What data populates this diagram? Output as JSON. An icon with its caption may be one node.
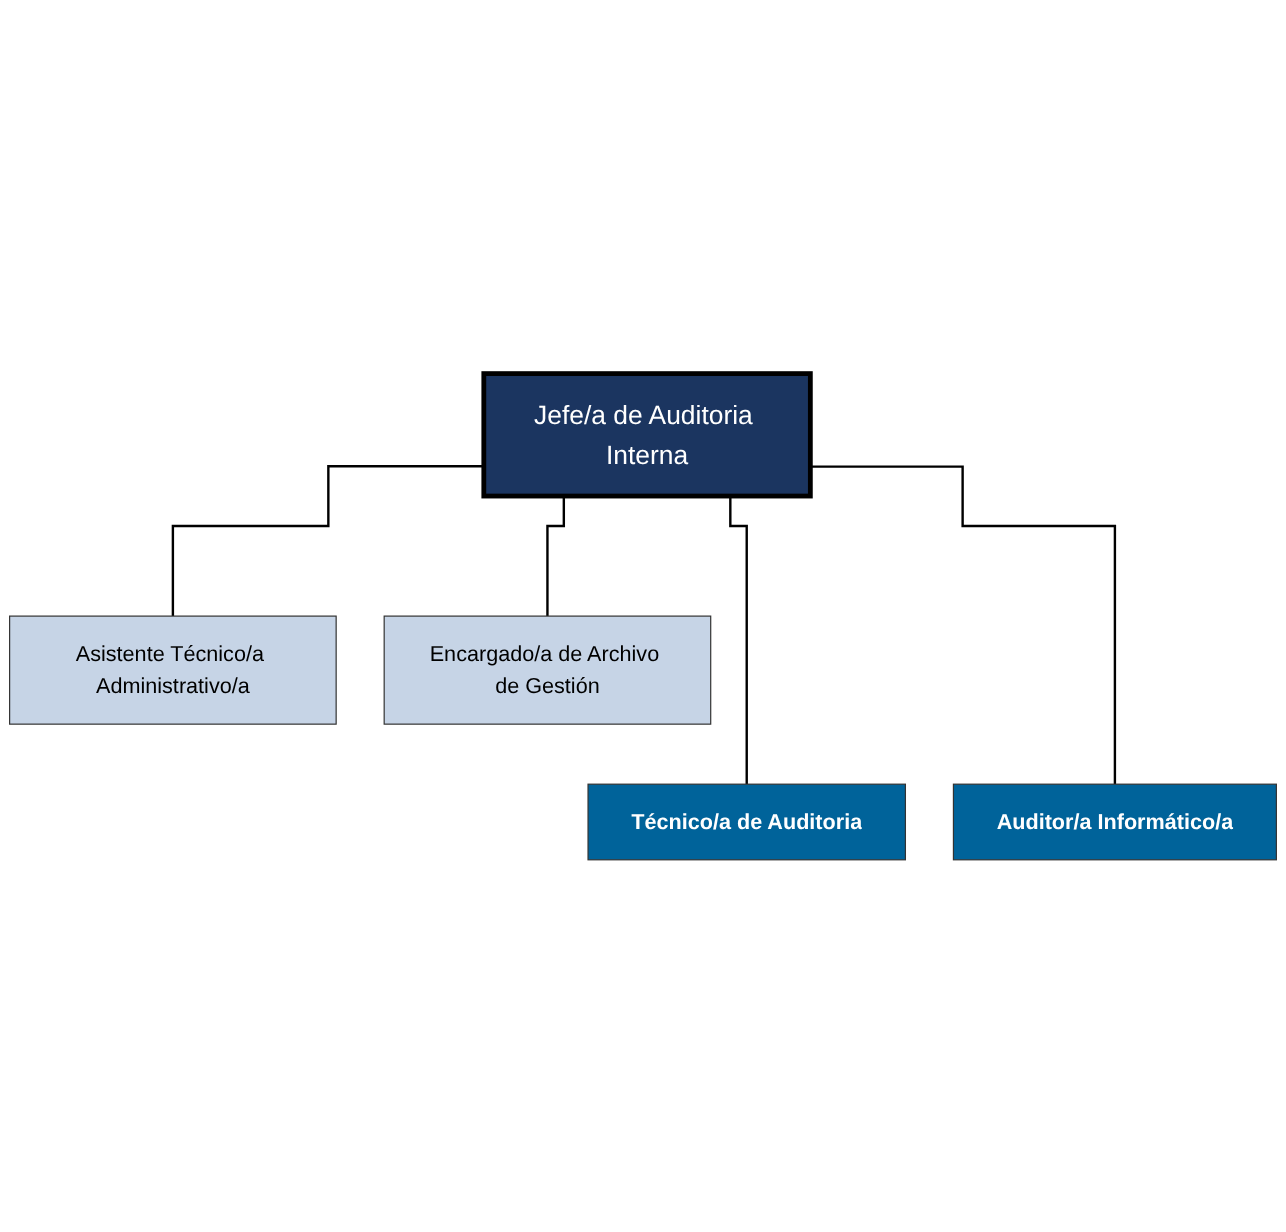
{
  "diagram": {
    "nodes": [
      {
        "text": [
          "Jefe/a de Auditoria Interna"
        ]
      },
      {
        "text": [
          "Asistente Técnico/a Administrativo/a"
        ]
      },
      {
        "text": [
          "Encargado/a de Archivo de Gestión"
        ]
      },
      {
        "text": [
          "Técnico/a de Auditoria"
        ]
      },
      {
        "text": [
          "Auditor/a Informático/a"
        ]
      }
    ],
    "edges": [
      {
        "from": 0,
        "to": 1,
        "arrow": "none"
      },
      {
        "from": 0,
        "to": 2,
        "arrow": "none"
      },
      {
        "from": 0,
        "to": 3,
        "arrow": "none"
      },
      {
        "from": 0,
        "to": 4,
        "arrow": "none"
      }
    ]
  }
}
